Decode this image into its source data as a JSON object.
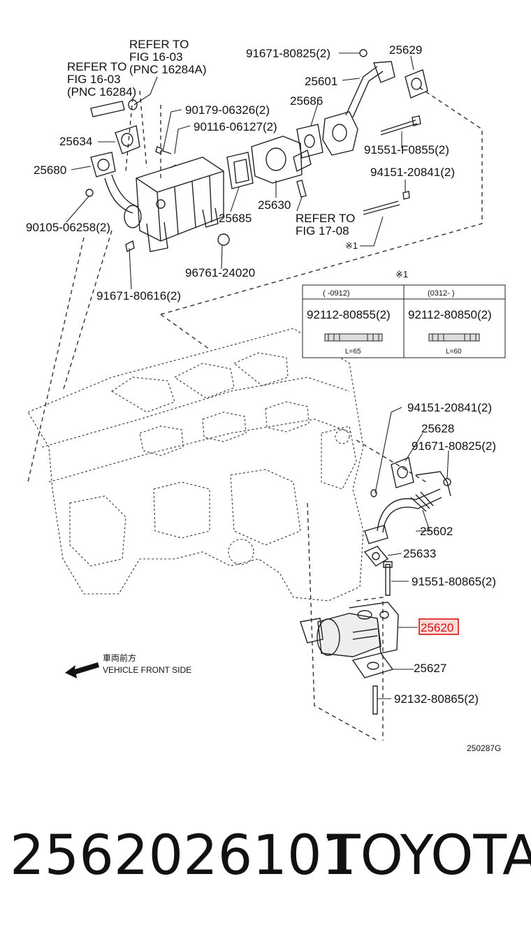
{
  "diagram": {
    "labels": {
      "refer_a1": "REFER TO",
      "refer_a2": "FIG 16-03",
      "refer_a3": "(PNC 16284A)",
      "refer_b1": "REFER TO",
      "refer_b2": "FIG 16-03",
      "refer_b3": "(PNC 16284)",
      "p91671_80825_top": "91671-80825(2)",
      "p25629": "25629",
      "p25601": "25601",
      "p25686": "25686",
      "p90179": "90179-06326(2)",
      "p90116": "90116-06127(2)",
      "p25634": "25634",
      "p25680": "25680",
      "p91551_f0855": "91551-F0855(2)",
      "p94151_top": "94151-20841(2)",
      "p25685": "25685",
      "p25630": "25630",
      "refer_c1": "REFER TO",
      "refer_c2": "FIG 17-08",
      "p90105": "90105-06258(2)",
      "star1": "※1",
      "p96761": "96761-24020",
      "p91671_80616": "91671-80616(2)",
      "star1_table": "※1",
      "front_jp": "車両前方",
      "front_en": "VEHICLE FRONT SIDE",
      "p94151_bot": "94151-20841(2)",
      "p25628": "25628",
      "p91671_80825_bot": "91671-80825(2)",
      "p25602": "25602",
      "p25633": "25633",
      "p91551_80865": "91551-80865(2)",
      "p25620": "25620",
      "p25627": "25627",
      "p92132": "92132-80865(2)",
      "figure_code": "250287G"
    },
    "table": {
      "col1_header": "(      -0912)",
      "col2_header": "(0312-      )",
      "col1_part": "92112-80855(2)",
      "col2_part": "92112-80850(2)",
      "col1_len": "L=65",
      "col2_len": "L=60"
    },
    "highlight_color": "#d11111"
  },
  "footer": {
    "part_number": "2562026101",
    "brand": "TOYOTA"
  }
}
